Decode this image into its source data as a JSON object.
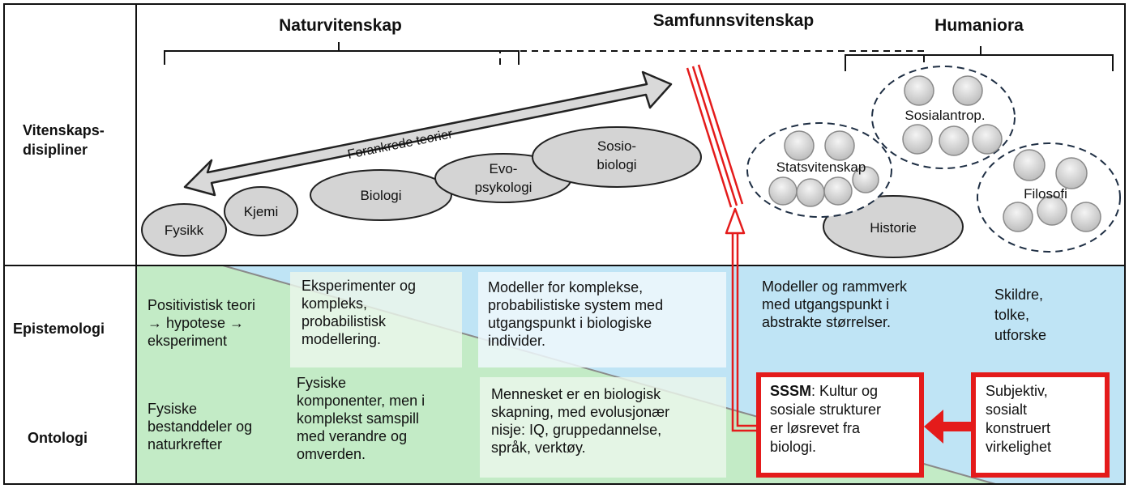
{
  "headers": {
    "naturvitenskap": "Naturvitenskap",
    "samfunnsvitenskap": "Samfunnsvitenskap",
    "humaniora": "Humaniora"
  },
  "row_labels": {
    "disciplines_line1": "Vitenskaps-",
    "disciplines_line2": "disipliner",
    "epistemology": "Epistemologi",
    "ontology": "Ontologi"
  },
  "arrow_label": "Forankrede teorier",
  "natural_disciplines": {
    "fysikk": "Fysikk",
    "kjemi": "Kjemi",
    "biologi": "Biologi",
    "evo_line1": "Evo-",
    "evo_line2": "psykologi",
    "sosio_line1": "Sosio-",
    "sosio_line2": "biologi"
  },
  "humanities_disciplines": {
    "statsvitenskap": "Statsvitenskap",
    "sosialantrop": "Sosialantrop.",
    "filosofi": "Filosofi",
    "historie": "Historie"
  },
  "epistemology": {
    "col1": [
      "Positivistisk teori",
      "→ hypotese →",
      "eksperiment"
    ],
    "col2": [
      "Eksperimenter og",
      "kompleks,",
      "probabilistisk",
      "modellering."
    ],
    "col3": [
      "Modeller for komplekse,",
      "probabilistiske system med",
      "utgangspunkt i biologiske",
      "individer."
    ],
    "col4": [
      "Modeller og rammverk",
      "med utgangspunkt i",
      "abstrakte størrelser."
    ],
    "col5": [
      "Skildre,",
      "tolke,",
      "utforske"
    ]
  },
  "ontology": {
    "col1": [
      "Fysiske",
      "bestanddeler og",
      "naturkrefter"
    ],
    "col2": [
      "Fysiske",
      "komponenter, men i",
      "komplekst samspill",
      "med verandre og",
      "omverden."
    ],
    "col3": [
      "Mennesket er en biologisk",
      "skapning, med evolusjonær",
      "nisje: IQ, gruppedannelse,",
      "språk, verktøy."
    ],
    "sssm_bold": "SSSM",
    "sssm_rest": ": Kultur og",
    "sssm_lines": [
      "sosiale strukturer",
      "er løsrevet fra",
      "biologi."
    ],
    "col5": [
      "Subjektiv,",
      "sosialt",
      "konstruert",
      "virkelighet"
    ]
  },
  "colors": {
    "green": "#c3ebc6",
    "blue": "#bfe4f5",
    "red": "#e41b1b",
    "ellipse_fill": "#d4d4d4",
    "arrow_fill": "#d9d9d9"
  }
}
